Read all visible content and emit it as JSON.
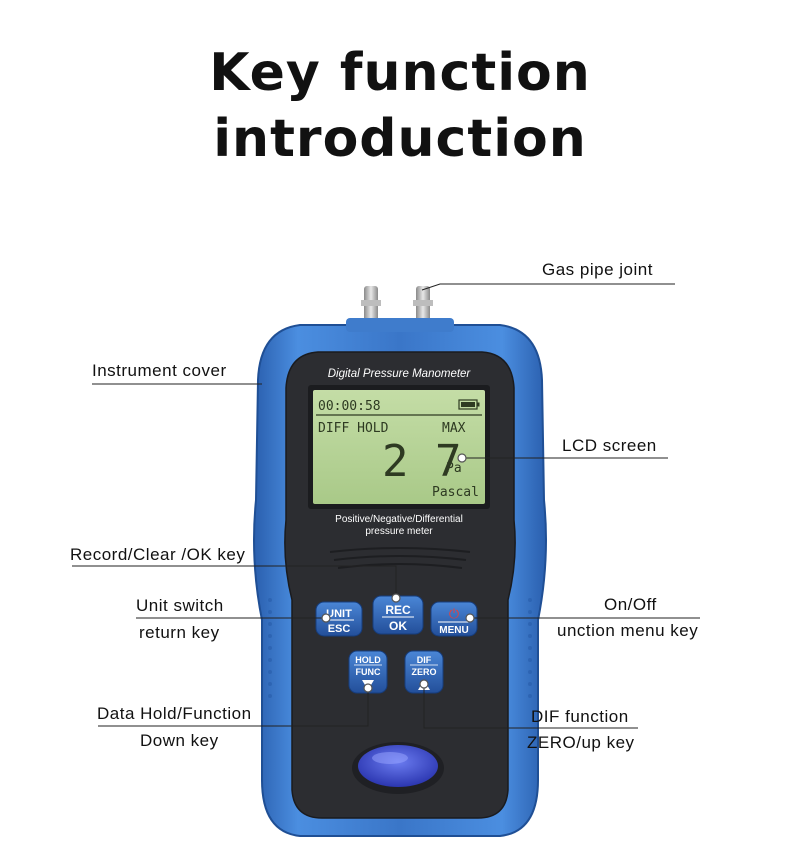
{
  "title": {
    "line1": "Key function",
    "line2": "introduction"
  },
  "device": {
    "brand_label": "Digital Pressure Manometer",
    "subtitle_line1": "Positive/Negative/Differential",
    "subtitle_line2": "pressure meter",
    "lcd": {
      "timer": "00:00:58",
      "mode": "DIFF HOLD",
      "max": "MAX",
      "value": "2 7",
      "unit": "Pa",
      "unit_name": "Pascal"
    },
    "buttons": {
      "unit_top": "UNIT",
      "unit_bottom": "ESC",
      "rec_top": "REC",
      "rec_bottom": "OK",
      "power_symbol": "⏻",
      "menu": "MENU",
      "hold_top": "HOLD",
      "hold_bottom": "FUNC",
      "dif_top": "DIF",
      "dif_bottom": "ZERO"
    }
  },
  "callouts": {
    "gas_pipe": "Gas pipe joint",
    "cover": "Instrument cover",
    "lcd": "LCD screen",
    "record": "Record/Clear /OK key",
    "unit_line1": "Unit switch",
    "unit_line2": "return key",
    "onoff_line1": "On/Off",
    "onoff_line2": "unction menu key",
    "hold_line1": "Data Hold/Function",
    "hold_line2": "Down key",
    "dif_line1": "DIF function",
    "dif_line2": "ZERO/up key"
  },
  "colors": {
    "body_blue": "#3a76c8",
    "panel_dark": "#2c2d31",
    "lcd_green": "#b9d59a",
    "button_blue": "#2f64b8"
  }
}
